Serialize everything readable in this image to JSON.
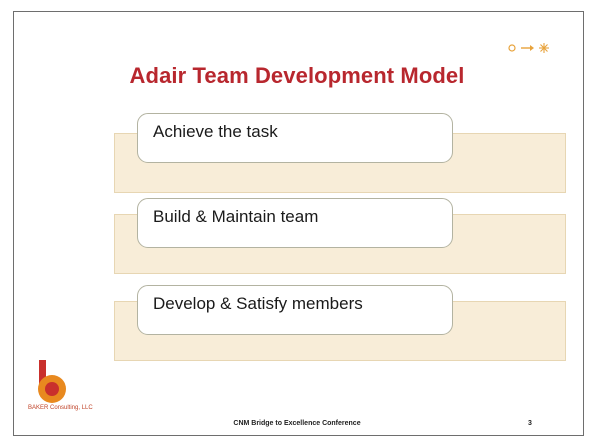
{
  "slide": {
    "title": "Adair Team Development Model",
    "items": [
      {
        "label": "Achieve the task"
      },
      {
        "label": "Build & Maintain team"
      },
      {
        "label": "Develop & Satisfy members"
      }
    ],
    "footer": "CNM Bridge to Excellence Conference",
    "page_number": "3",
    "logo_text": "BAKER Consulting, LLC",
    "colors": {
      "title": "#b8272e",
      "band": "#f8edd8",
      "logo_orange": "#e8891f",
      "logo_red": "#c9302c",
      "deco": "#e8a33c"
    },
    "decoration_icons": [
      "circle-icon",
      "arrow-right-icon",
      "asterisk-icon"
    ]
  }
}
